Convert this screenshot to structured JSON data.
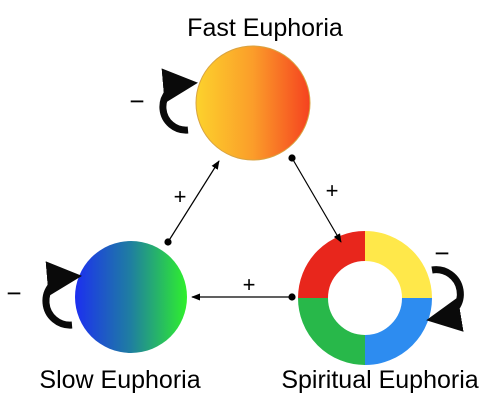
{
  "nodes": {
    "fast": {
      "label": "Fast Euphoria",
      "self_loop_sign": "−",
      "colors": [
        "#fcd22c",
        "#fb9d2a",
        "#f5421f"
      ]
    },
    "slow": {
      "label": "Slow Euphoria",
      "self_loop_sign": "−",
      "colors": [
        "#1c2ff0",
        "#1f7fa0",
        "#2ff02c"
      ]
    },
    "spiritual": {
      "label": "Spiritual Euphoria",
      "self_loop_sign": "−",
      "colors": [
        "#ffe84a",
        "#2d8cf0",
        "#28b84a",
        "#e8261c"
      ]
    }
  },
  "links": {
    "slow_to_fast": {
      "sign": "+"
    },
    "fast_to_spiritual": {
      "sign": "+"
    },
    "spiritual_to_slow": {
      "sign": "+"
    }
  }
}
